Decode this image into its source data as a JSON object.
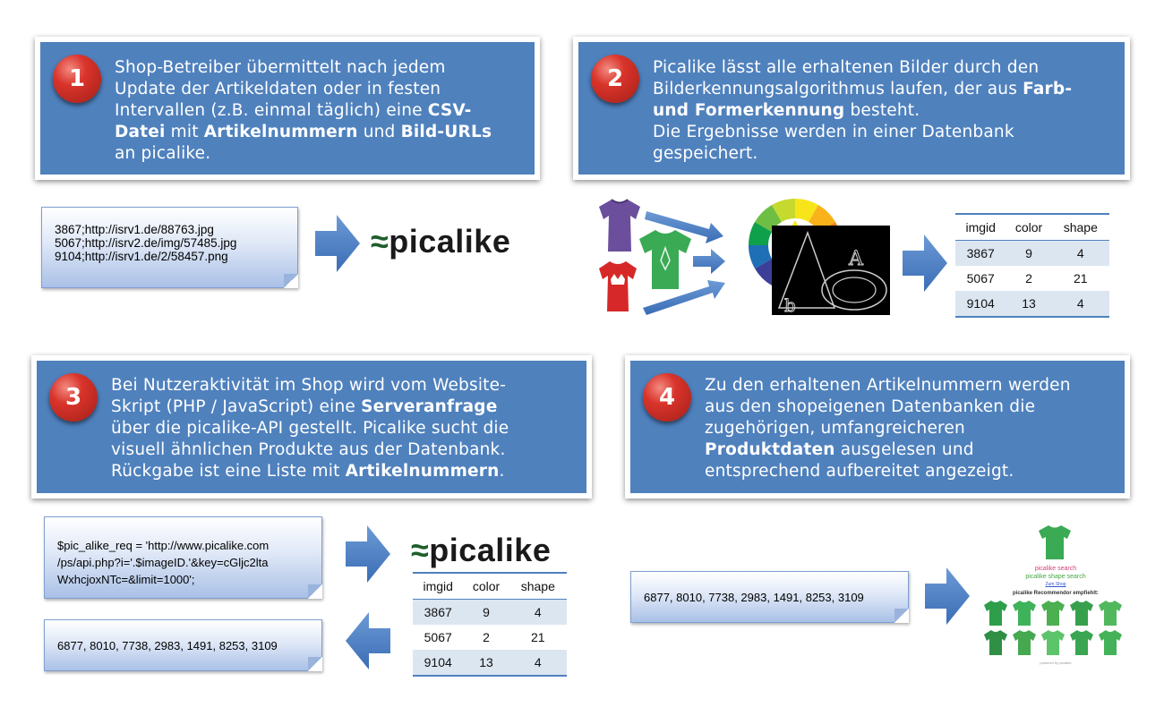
{
  "steps": [
    {
      "number": "1",
      "lines": [
        [
          {
            "t": "Shop-Betreiber übermittelt nach jedem"
          }
        ],
        [
          {
            "t": "Update der Artikeldaten oder in festen"
          }
        ],
        [
          {
            "t": "Intervallen (z.B. einmal täglich) eine "
          },
          {
            "t": "CSV-",
            "b": true
          }
        ],
        [
          {
            "t": "Datei",
            "b": true
          },
          {
            "t": " mit "
          },
          {
            "t": "Artikelnummern",
            "b": true
          },
          {
            "t": " und "
          },
          {
            "t": "Bild-URLs",
            "b": true
          }
        ],
        [
          {
            "t": "an picalike."
          }
        ]
      ]
    },
    {
      "number": "2",
      "lines": [
        [
          {
            "t": "Picalike lässt alle erhaltenen Bilder durch den"
          }
        ],
        [
          {
            "t": "Bilderkennungsalgorithmus laufen, der aus "
          },
          {
            "t": "Farb-",
            "b": true
          }
        ],
        [
          {
            "t": "und Formerkennung",
            "b": true
          },
          {
            "t": " besteht."
          }
        ],
        [
          {
            "t": "Die Ergebnisse werden in einer Datenbank"
          }
        ],
        [
          {
            "t": "gespeichert."
          }
        ]
      ]
    },
    {
      "number": "3",
      "lines": [
        [
          {
            "t": "Bei Nutzeraktivität im Shop wird vom Website-"
          }
        ],
        [
          {
            "t": "Skript (PHP / JavaScript) eine "
          },
          {
            "t": "Serveranfrage",
            "b": true
          }
        ],
        [
          {
            "t": "über die picalike-API gestellt. Picalike sucht die"
          }
        ],
        [
          {
            "t": "visuell ähnlichen Produkte aus der Datenbank."
          }
        ],
        [
          {
            "t": "Rückgabe ist eine Liste mit "
          },
          {
            "t": "Artikelnummern",
            "b": true
          },
          {
            "t": "."
          }
        ]
      ]
    },
    {
      "number": "4",
      "lines": [
        [
          {
            "t": "Zu den erhaltenen Artikelnummern werden"
          }
        ],
        [
          {
            "t": "aus den shopeigenen Datenbanken die"
          }
        ],
        [
          {
            "t": "zugehörigen, umfangreicheren"
          }
        ],
        [
          {
            "t": "Produktdaten",
            "b": true
          },
          {
            "t": " ausgelesen und"
          }
        ],
        [
          {
            "t": "entsprechend aufbereitet angezeigt."
          }
        ]
      ]
    }
  ],
  "csv_note": {
    "line1": "3867;http://isrv1.de/88763.jpg",
    "line2": "5067;http://isrv2.de/img/57485.jpg",
    "line3": "9104;http://isrv1.de/2/58457.png"
  },
  "request_note": {
    "line1": "$pic_alike_req = 'http://www.picalike.com",
    "line2": "/ps/api.php?i='.$imageID.'&key=cGljc2lta",
    "line3": "WxhcjoxNTc=&limit=1000';"
  },
  "result_note": {
    "text": "6877, 8010, 7738, 2983, 1491, 8253, 3109"
  },
  "result_note_2": {
    "text": "6877, 8010, 7738, 2983, 1491, 8253, 3109"
  },
  "logo": {
    "wave": "≈",
    "name": "picalike"
  },
  "table": {
    "headers": [
      "imgid",
      "color",
      "shape"
    ],
    "rows": [
      [
        "3867",
        "9",
        "4"
      ],
      [
        "5067",
        "2",
        "21"
      ],
      [
        "9104",
        "13",
        "4"
      ]
    ]
  },
  "shop_mock": {
    "search_link": "picalike search",
    "shape_link": "picalike shape search",
    "shop_link": "Zum Shop",
    "recommender": "picalike Recommendor empfiehlt:",
    "powered": "powered by picalike"
  },
  "colors": {
    "box": "#4f81bd",
    "number_circle": "#c0392b",
    "table_stripe": "#dce6f1",
    "arrow": "#4f81bd",
    "shirt_green": "#3aaa55",
    "shirt_purple": "#6b4f9c",
    "shirt_red": "#d62828"
  }
}
